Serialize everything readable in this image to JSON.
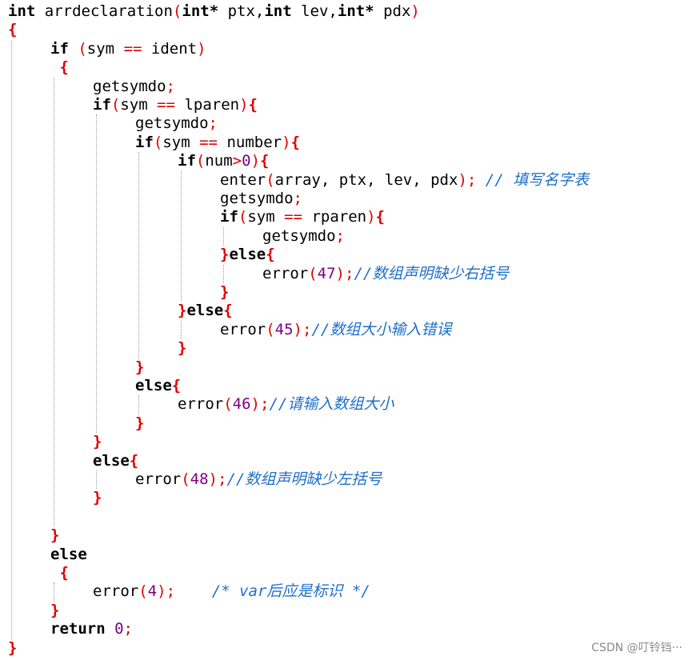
{
  "colors": {
    "keyword": "#000000",
    "brace": "#e00000",
    "number": "#800080",
    "comment": "#1e6ec8",
    "guide": "#9a9a9a",
    "background": "#ffffff"
  },
  "code": {
    "lines": [
      {
        "indent": 0,
        "tokens": [
          {
            "t": "int",
            "c": "kw"
          },
          {
            "t": " arrdeclaration",
            "c": "id"
          },
          {
            "t": "(",
            "c": "op"
          },
          {
            "t": "int*",
            "c": "kw"
          },
          {
            "t": " ptx,",
            "c": "id"
          },
          {
            "t": "int",
            "c": "kw"
          },
          {
            "t": " lev,",
            "c": "id"
          },
          {
            "t": "int*",
            "c": "kw"
          },
          {
            "t": " pdx",
            "c": "id"
          },
          {
            "t": ")",
            "c": "op"
          }
        ]
      },
      {
        "indent": 0,
        "tokens": [
          {
            "t": "{",
            "c": "brace"
          }
        ]
      },
      {
        "indent": 1,
        "tokens": [
          {
            "t": "if",
            "c": "kw"
          },
          {
            "t": " ",
            "c": "id"
          },
          {
            "t": "(",
            "c": "op"
          },
          {
            "t": "sym ",
            "c": "id"
          },
          {
            "t": "==",
            "c": "op"
          },
          {
            "t": " ident",
            "c": "id"
          },
          {
            "t": ")",
            "c": "op"
          }
        ]
      },
      {
        "indent": 1,
        "tokens": [
          {
            "t": " {",
            "c": "brace"
          }
        ]
      },
      {
        "indent": 2,
        "tokens": [
          {
            "t": "getsymdo",
            "c": "id"
          },
          {
            "t": ";",
            "c": "semi"
          }
        ]
      },
      {
        "indent": 2,
        "tokens": [
          {
            "t": "if",
            "c": "kw"
          },
          {
            "t": "(",
            "c": "op"
          },
          {
            "t": "sym ",
            "c": "id"
          },
          {
            "t": "==",
            "c": "op"
          },
          {
            "t": " lparen",
            "c": "id"
          },
          {
            "t": ")",
            "c": "op"
          },
          {
            "t": "{",
            "c": "brace"
          }
        ]
      },
      {
        "indent": 3,
        "tokens": [
          {
            "t": "getsymdo",
            "c": "id"
          },
          {
            "t": ";",
            "c": "semi"
          }
        ]
      },
      {
        "indent": 3,
        "tokens": [
          {
            "t": "if",
            "c": "kw"
          },
          {
            "t": "(",
            "c": "op"
          },
          {
            "t": "sym ",
            "c": "id"
          },
          {
            "t": "==",
            "c": "op"
          },
          {
            "t": " number",
            "c": "id"
          },
          {
            "t": ")",
            "c": "op"
          },
          {
            "t": "{",
            "c": "brace"
          }
        ]
      },
      {
        "indent": 4,
        "tokens": [
          {
            "t": "if",
            "c": "kw"
          },
          {
            "t": "(",
            "c": "op"
          },
          {
            "t": "num",
            "c": "id"
          },
          {
            "t": ">",
            "c": "op"
          },
          {
            "t": "0",
            "c": "num"
          },
          {
            "t": ")",
            "c": "op"
          },
          {
            "t": "{",
            "c": "brace"
          }
        ]
      },
      {
        "indent": 5,
        "tokens": [
          {
            "t": "enter",
            "c": "id"
          },
          {
            "t": "(",
            "c": "op"
          },
          {
            "t": "array, ptx, lev, pdx",
            "c": "id"
          },
          {
            "t": ")",
            "c": "op"
          },
          {
            "t": ";",
            "c": "semi"
          },
          {
            "t": " // 填写名字表",
            "c": "cmt"
          }
        ]
      },
      {
        "indent": 5,
        "tokens": [
          {
            "t": "getsymdo",
            "c": "id"
          },
          {
            "t": ";",
            "c": "semi"
          }
        ]
      },
      {
        "indent": 5,
        "tokens": [
          {
            "t": "if",
            "c": "kw"
          },
          {
            "t": "(",
            "c": "op"
          },
          {
            "t": "sym ",
            "c": "id"
          },
          {
            "t": "==",
            "c": "op"
          },
          {
            "t": " rparen",
            "c": "id"
          },
          {
            "t": ")",
            "c": "op"
          },
          {
            "t": "{",
            "c": "brace"
          }
        ]
      },
      {
        "indent": 6,
        "tokens": [
          {
            "t": "getsymdo",
            "c": "id"
          },
          {
            "t": ";",
            "c": "semi"
          }
        ]
      },
      {
        "indent": 5,
        "tokens": [
          {
            "t": "}",
            "c": "brace"
          },
          {
            "t": "else",
            "c": "kw"
          },
          {
            "t": "{",
            "c": "brace"
          }
        ]
      },
      {
        "indent": 6,
        "tokens": [
          {
            "t": "error",
            "c": "id"
          },
          {
            "t": "(",
            "c": "op"
          },
          {
            "t": "47",
            "c": "num"
          },
          {
            "t": ")",
            "c": "op"
          },
          {
            "t": ";",
            "c": "semi"
          },
          {
            "t": "//数组声明缺少右括号",
            "c": "cmt"
          }
        ]
      },
      {
        "indent": 5,
        "tokens": [
          {
            "t": "}",
            "c": "brace"
          }
        ]
      },
      {
        "indent": 4,
        "tokens": [
          {
            "t": "}",
            "c": "brace"
          },
          {
            "t": "else",
            "c": "kw"
          },
          {
            "t": "{",
            "c": "brace"
          }
        ]
      },
      {
        "indent": 5,
        "tokens": [
          {
            "t": "error",
            "c": "id"
          },
          {
            "t": "(",
            "c": "op"
          },
          {
            "t": "45",
            "c": "num"
          },
          {
            "t": ")",
            "c": "op"
          },
          {
            "t": ";",
            "c": "semi"
          },
          {
            "t": "//数组大小输入错误",
            "c": "cmt"
          }
        ]
      },
      {
        "indent": 4,
        "tokens": [
          {
            "t": "}",
            "c": "brace"
          }
        ]
      },
      {
        "indent": 3,
        "tokens": [
          {
            "t": "}",
            "c": "brace"
          }
        ]
      },
      {
        "indent": 3,
        "tokens": [
          {
            "t": "else",
            "c": "kw"
          },
          {
            "t": "{",
            "c": "brace"
          }
        ]
      },
      {
        "indent": 4,
        "tokens": [
          {
            "t": "error",
            "c": "id"
          },
          {
            "t": "(",
            "c": "op"
          },
          {
            "t": "46",
            "c": "num"
          },
          {
            "t": ")",
            "c": "op"
          },
          {
            "t": ";",
            "c": "semi"
          },
          {
            "t": "//请输入数组大小",
            "c": "cmt"
          }
        ]
      },
      {
        "indent": 3,
        "tokens": [
          {
            "t": "}",
            "c": "brace"
          }
        ]
      },
      {
        "indent": 2,
        "tokens": [
          {
            "t": "}",
            "c": "brace"
          }
        ]
      },
      {
        "indent": 2,
        "tokens": [
          {
            "t": "else",
            "c": "kw"
          },
          {
            "t": "{",
            "c": "brace"
          }
        ]
      },
      {
        "indent": 3,
        "tokens": [
          {
            "t": "error",
            "c": "id"
          },
          {
            "t": "(",
            "c": "op"
          },
          {
            "t": "48",
            "c": "num"
          },
          {
            "t": ")",
            "c": "op"
          },
          {
            "t": ";",
            "c": "semi"
          },
          {
            "t": "//数组声明缺少左括号",
            "c": "cmt"
          }
        ]
      },
      {
        "indent": 2,
        "tokens": [
          {
            "t": "}",
            "c": "brace"
          }
        ]
      },
      {
        "indent": 0,
        "tokens": []
      },
      {
        "indent": 1,
        "tokens": [
          {
            "t": "}",
            "c": "brace"
          }
        ]
      },
      {
        "indent": 1,
        "tokens": [
          {
            "t": "else",
            "c": "kw"
          }
        ]
      },
      {
        "indent": 1,
        "tokens": [
          {
            "t": " {",
            "c": "brace"
          }
        ]
      },
      {
        "indent": 2,
        "tokens": [
          {
            "t": "error",
            "c": "id"
          },
          {
            "t": "(",
            "c": "op"
          },
          {
            "t": "4",
            "c": "num"
          },
          {
            "t": ")",
            "c": "op"
          },
          {
            "t": ";",
            "c": "semi"
          },
          {
            "t": "    /* var后应是标识 */",
            "c": "cmt"
          }
        ]
      },
      {
        "indent": 1,
        "tokens": [
          {
            "t": "}",
            "c": "brace"
          }
        ]
      },
      {
        "indent": 1,
        "tokens": [
          {
            "t": "return",
            "c": "kw"
          },
          {
            "t": " ",
            "c": "id"
          },
          {
            "t": "0",
            "c": "num"
          },
          {
            "t": ";",
            "c": "semi"
          }
        ]
      },
      {
        "indent": 0,
        "tokens": [
          {
            "t": "}",
            "c": "brace"
          }
        ]
      }
    ]
  },
  "watermark": "CSDN @叮铃铛···"
}
